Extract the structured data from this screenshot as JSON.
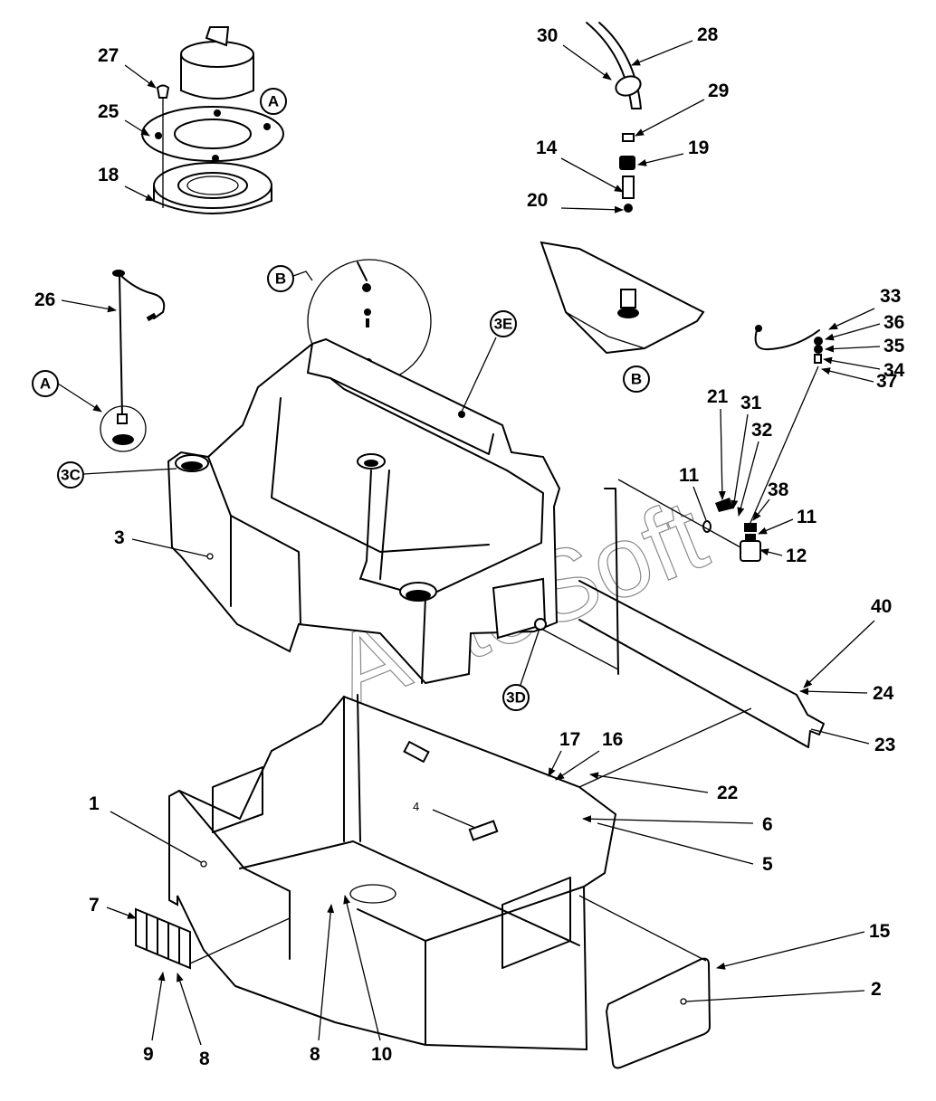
{
  "diagram": {
    "title": "Fuel tank and tank support assembly - exploded parts view",
    "watermark": "AutoSoft",
    "callouts": {
      "c1": "1",
      "c2": "2",
      "c3": "3",
      "c4": "4",
      "c5": "5",
      "c6": "6",
      "c7": "7",
      "c8a": "8",
      "c8b": "8",
      "c9": "9",
      "c10": "10",
      "c11a": "11",
      "c11b": "11",
      "c12": "12",
      "c14": "14",
      "c15": "15",
      "c16": "16",
      "c17": "17",
      "c18": "18",
      "c19": "19",
      "c20": "20",
      "c21": "21",
      "c22": "22",
      "c23": "23",
      "c24": "24",
      "c25": "25",
      "c26": "26",
      "c27": "27",
      "c28": "28",
      "c29": "29",
      "c30": "30",
      "c31": "31",
      "c32": "32",
      "c33": "33",
      "c34": "34",
      "c35": "35",
      "c36": "36",
      "c37": "37",
      "c38": "38",
      "c40": "40"
    },
    "detail_bubbles": {
      "a_top": "A",
      "a_left": "A",
      "b_left": "B",
      "b_bottom": "B",
      "b3c": "3C",
      "b3d": "3D",
      "b3e": "3E"
    }
  }
}
